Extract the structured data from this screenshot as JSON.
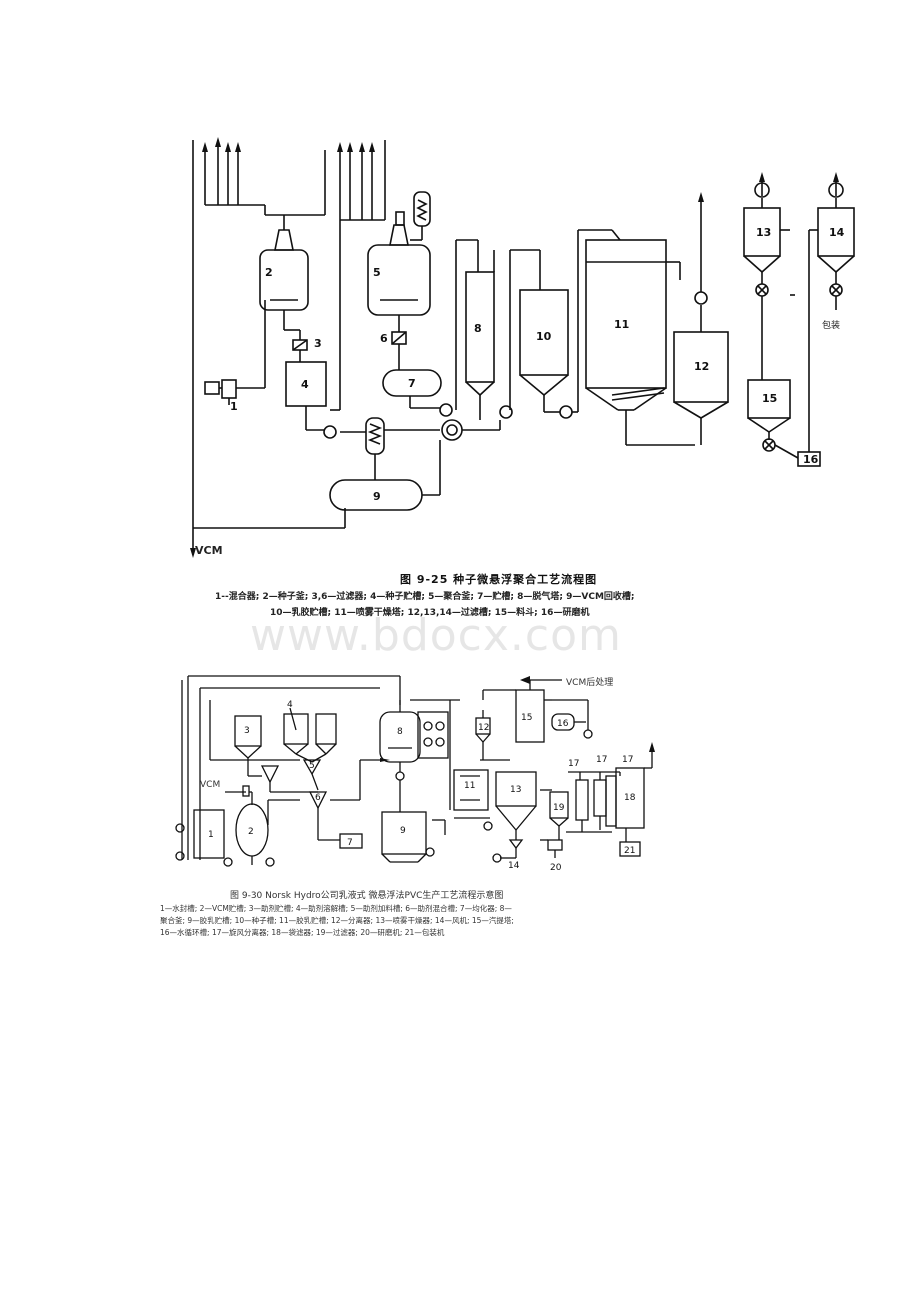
{
  "watermark": "www.bdocx.com",
  "figure1": {
    "title": "图 9-25  种子微悬浮聚合工艺流程图",
    "legend_line1": "1--混合器; 2—种子釜; 3,6—过滤器; 4—种子贮槽; 5—聚合釜; 7—贮槽; 8—脱气塔; 9—VCM回收槽;",
    "legend_line2": "10—乳胶贮槽; 11—喷雾干燥塔; 12,13,14—过滤槽; 15—料斗; 16—研磨机",
    "vcm_label": "VCM",
    "bagging_label": "包装",
    "equipment_numbers": [
      "1",
      "2",
      "3",
      "4",
      "5",
      "6",
      "7",
      "8",
      "9",
      "10",
      "11",
      "12",
      "13",
      "14",
      "15",
      "16"
    ]
  },
  "figure2": {
    "title": "图 9-30  Norsk Hydro公司乳液式  微悬浮法PVC生产工艺流程示意图",
    "legend_line1": "1—水封槽; 2—VCM贮槽; 3—助剂贮槽; 4—助剂溶解槽; 5—助剂加料槽; 6—助剂混合槽; 7—均化器; 8—",
    "legend_line2": "聚合釜; 9—胶乳贮槽; 10—种子槽; 11—胶乳贮槽; 12—分离器; 13—喷雾干燥器; 14—风机; 15—汽提塔;",
    "legend_line3": "16—水循环槽; 17—旋风分离器; 18—袋滤器; 19—过滤器; 20—研磨机; 21—包装机",
    "vcm_label": "VCM",
    "vcm_post_label": "VCM后处理",
    "equipment_numbers": [
      "1",
      "2",
      "3",
      "4",
      "5",
      "6",
      "7",
      "8",
      "9",
      "11",
      "12",
      "13",
      "14",
      "15",
      "16",
      "17",
      "17",
      "17",
      "18",
      "19",
      "20",
      "21"
    ]
  }
}
